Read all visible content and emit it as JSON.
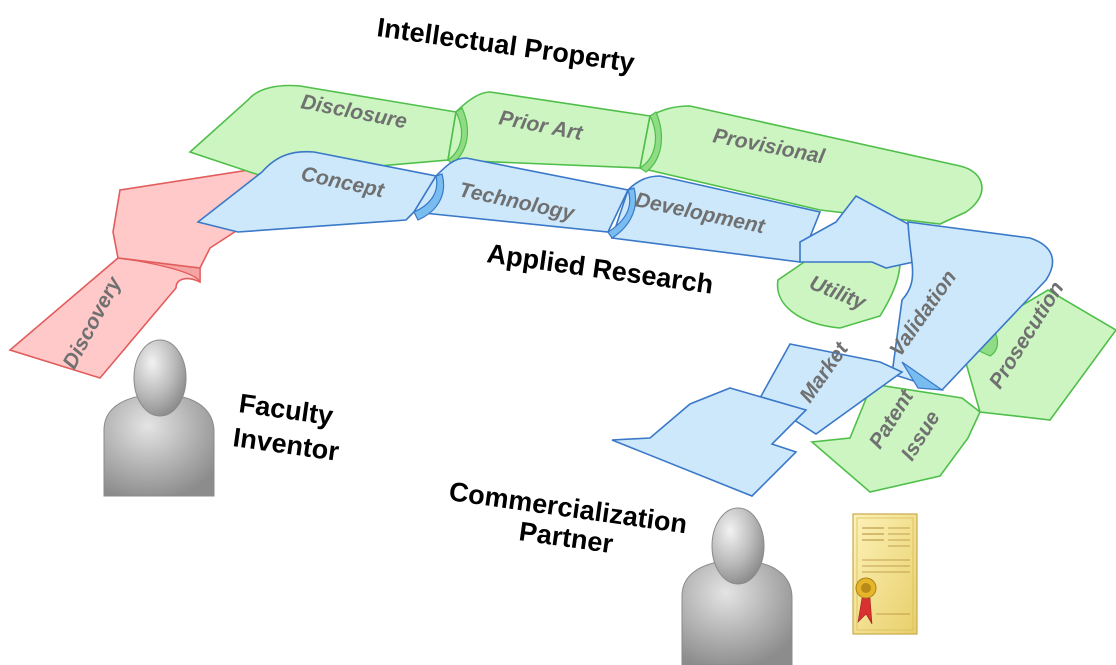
{
  "headings": {
    "intellectual_property": "Intellectual Property",
    "applied_research": "Applied Research",
    "faculty_inventor_line1": "Faculty",
    "faculty_inventor_line2": "Inventor",
    "commercialization_line1": "Commercialization",
    "commercialization_line2": "Partner"
  },
  "intellectual_property_track": {
    "color": "#ccf5c2",
    "stages": [
      "Disclosure",
      "Prior Art",
      "Provisional",
      "Utility",
      "Prosecution",
      "Patent",
      "Issue"
    ]
  },
  "applied_research_track": {
    "color": "#cde8fb",
    "stages": [
      "Concept",
      "Technology",
      "Development",
      "Validation",
      "Market"
    ]
  },
  "discovery_track": {
    "color": "#ffc9c9",
    "stages": [
      "Discovery"
    ]
  },
  "icons": {
    "faculty": "person-silhouette-icon",
    "partner": "person-silhouette-icon",
    "patent": "patent-certificate-icon"
  }
}
